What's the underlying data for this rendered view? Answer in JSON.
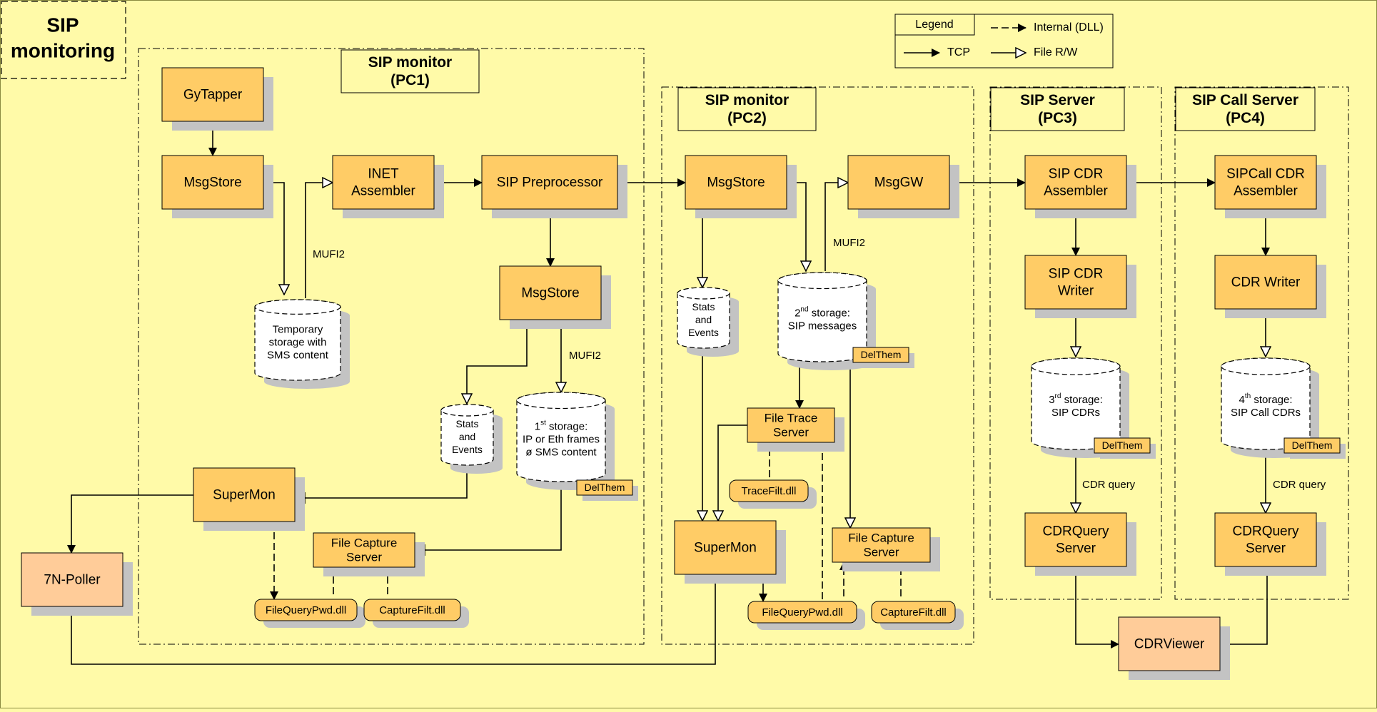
{
  "diagram": {
    "title": [
      "SIP",
      "monitoring"
    ],
    "legend": {
      "title": "Legend",
      "internal": "Internal (DLL)",
      "tcp": "TCP",
      "file": "File R/W"
    },
    "zones": {
      "pc1": [
        "SIP monitor",
        "(PC1)"
      ],
      "pc2": [
        "SIP monitor",
        "(PC2)"
      ],
      "pc3": [
        "SIP Server",
        "(PC3)"
      ],
      "pc4": [
        "SIP Call Server",
        "(PC4)"
      ]
    },
    "nodes": {
      "gytapper": [
        "GyTapper"
      ],
      "msgstore1": [
        "MsgStore"
      ],
      "inet": [
        "INET",
        "Assembler"
      ],
      "sippre": [
        "SIP Preprocessor"
      ],
      "msgstore2": [
        "MsgStore"
      ],
      "supermon1": [
        "SuperMon"
      ],
      "poller": [
        "7N-Poller"
      ],
      "fcs1": [
        "File Capture",
        "Server"
      ],
      "msgstore3": [
        "MsgStore"
      ],
      "msggw": [
        "MsgGW"
      ],
      "fts": [
        "File Trace",
        "Server"
      ],
      "supermon2": [
        "SuperMon"
      ],
      "fcs2": [
        "File Capture",
        "Server"
      ],
      "cdrasm": [
        "SIP CDR",
        "Assembler"
      ],
      "cdrwriter": [
        "SIP CDR",
        "Writer"
      ],
      "cdrq1": [
        "CDRQuery",
        "Server"
      ],
      "sipcallasm": [
        "SIPCall CDR",
        "Assembler"
      ],
      "cdrwriter2": [
        "CDR Writer"
      ],
      "cdrq2": [
        "CDRQuery",
        "Server"
      ],
      "viewer": [
        "CDRViewer"
      ]
    },
    "storages": {
      "temp": [
        "Temporary",
        "storage with",
        "SMS content"
      ],
      "stats1": [
        "Stats",
        "and",
        "Events"
      ],
      "st1": [
        {
          "t": "1",
          "sup": "st",
          "rest": " storage:"
        },
        "IP or Eth frames",
        "ø SMS content"
      ],
      "stats2": [
        "Stats",
        "and",
        "Events"
      ],
      "st2": [
        {
          "t": "2",
          "sup": "nd",
          "rest": " storage:"
        },
        "SIP messages"
      ],
      "st3": [
        {
          "t": "3",
          "sup": "rd",
          "rest": " storage:"
        },
        "SIP CDRs"
      ],
      "st4": [
        {
          "t": "4",
          "sup": "th",
          "rest": " storage:"
        },
        "SIP Call CDRs"
      ]
    },
    "dlls": {
      "fqp1": "FileQueryPwd.dll",
      "cf1": "CaptureFilt.dll",
      "tf": "TraceFilt.dll",
      "fqp2": "FileQueryPwd.dll",
      "cf2": "CaptureFilt.dll"
    },
    "tags": {
      "delthem1": "DelThem",
      "delthem2": "DelThem",
      "delthem3": "DelThem",
      "delthem4": "DelThem"
    },
    "labels": {
      "mufi1": "MUFI2",
      "mufi2": "MUFI2",
      "mufi3": "MUFI2",
      "cdrq_l1": "CDR query",
      "cdrq_l2": "CDR query"
    }
  }
}
